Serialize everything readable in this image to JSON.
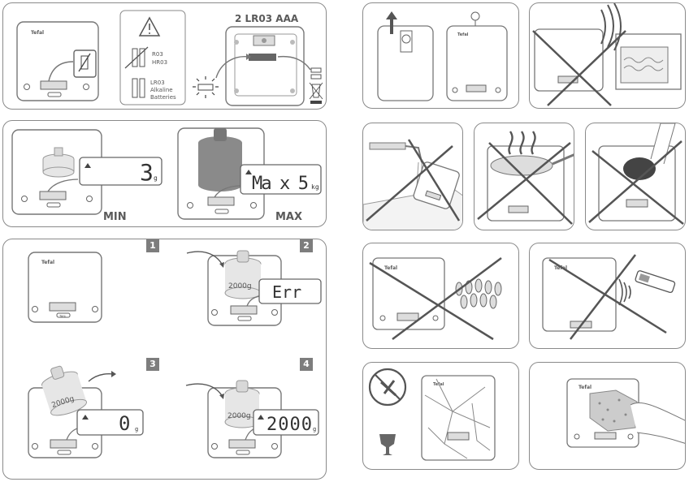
{
  "battery": {
    "type_title": "2 LR03 AAA",
    "warning_line1": "R03",
    "warning_line2": "HR03",
    "alkaline_line1": "LR03",
    "alkaline_line2": "Alkaline",
    "alkaline_line3": "Batteries"
  },
  "brand": "Tefal",
  "tare_label": "Tare",
  "capacity": {
    "min_label": "MIN",
    "max_label": "MAX",
    "min_display_value": "3",
    "min_display_unit": "g",
    "max_display_value": "Ma x 5",
    "max_display_unit": "kg"
  },
  "steps": {
    "step1": "1",
    "step2": "2",
    "step3": "3",
    "step4": "4",
    "weight_label": "2000g",
    "display_err": "Err",
    "display_zero": "0",
    "display_zero_unit": "g",
    "display_2000": "2000",
    "display_2000_unit": "g"
  }
}
